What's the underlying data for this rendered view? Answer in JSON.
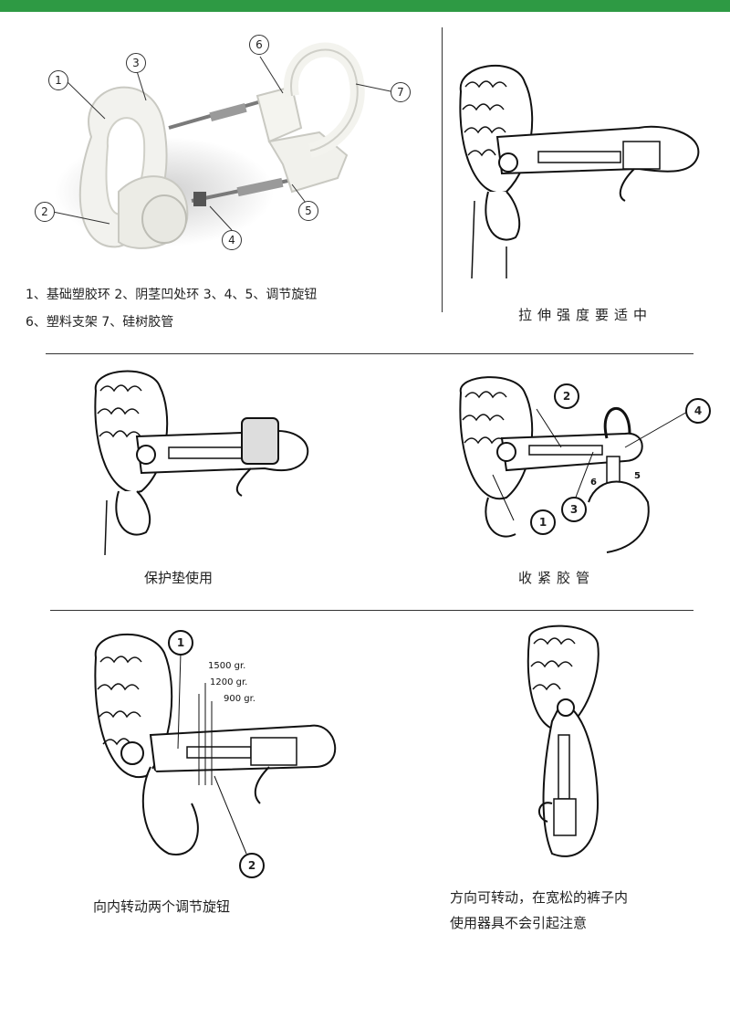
{
  "colors": {
    "top_bar": "#2e9a44",
    "device_white": "#f2f2ee",
    "line": "#333333"
  },
  "product_photo": {
    "callouts": [
      "1",
      "2",
      "3",
      "4",
      "5",
      "6",
      "7"
    ],
    "legend_line_1": "1、基础塑胶环   2、阴茎凹处环   3、4、5、调节旋钮",
    "legend_line_2": "6、塑料支架    7、硅树胶管"
  },
  "panel_stretch": {
    "caption": "拉伸强度要适中"
  },
  "panel_pad": {
    "caption": "保护垫使用"
  },
  "panel_tube": {
    "caption": "收紧胶管",
    "callouts": [
      "1",
      "2",
      "3",
      "4"
    ],
    "small_numbers": [
      "5",
      "6"
    ]
  },
  "panel_adjust": {
    "caption": "向内转动两个调节旋钮",
    "callouts": [
      "1",
      "2"
    ],
    "weights": [
      "1500 gr.",
      "1200 gr.",
      "900 gr."
    ]
  },
  "panel_direction": {
    "caption_line_1": "方向可转动，在宽松的裤子内",
    "caption_line_2": "使用器具不会引起注意"
  }
}
